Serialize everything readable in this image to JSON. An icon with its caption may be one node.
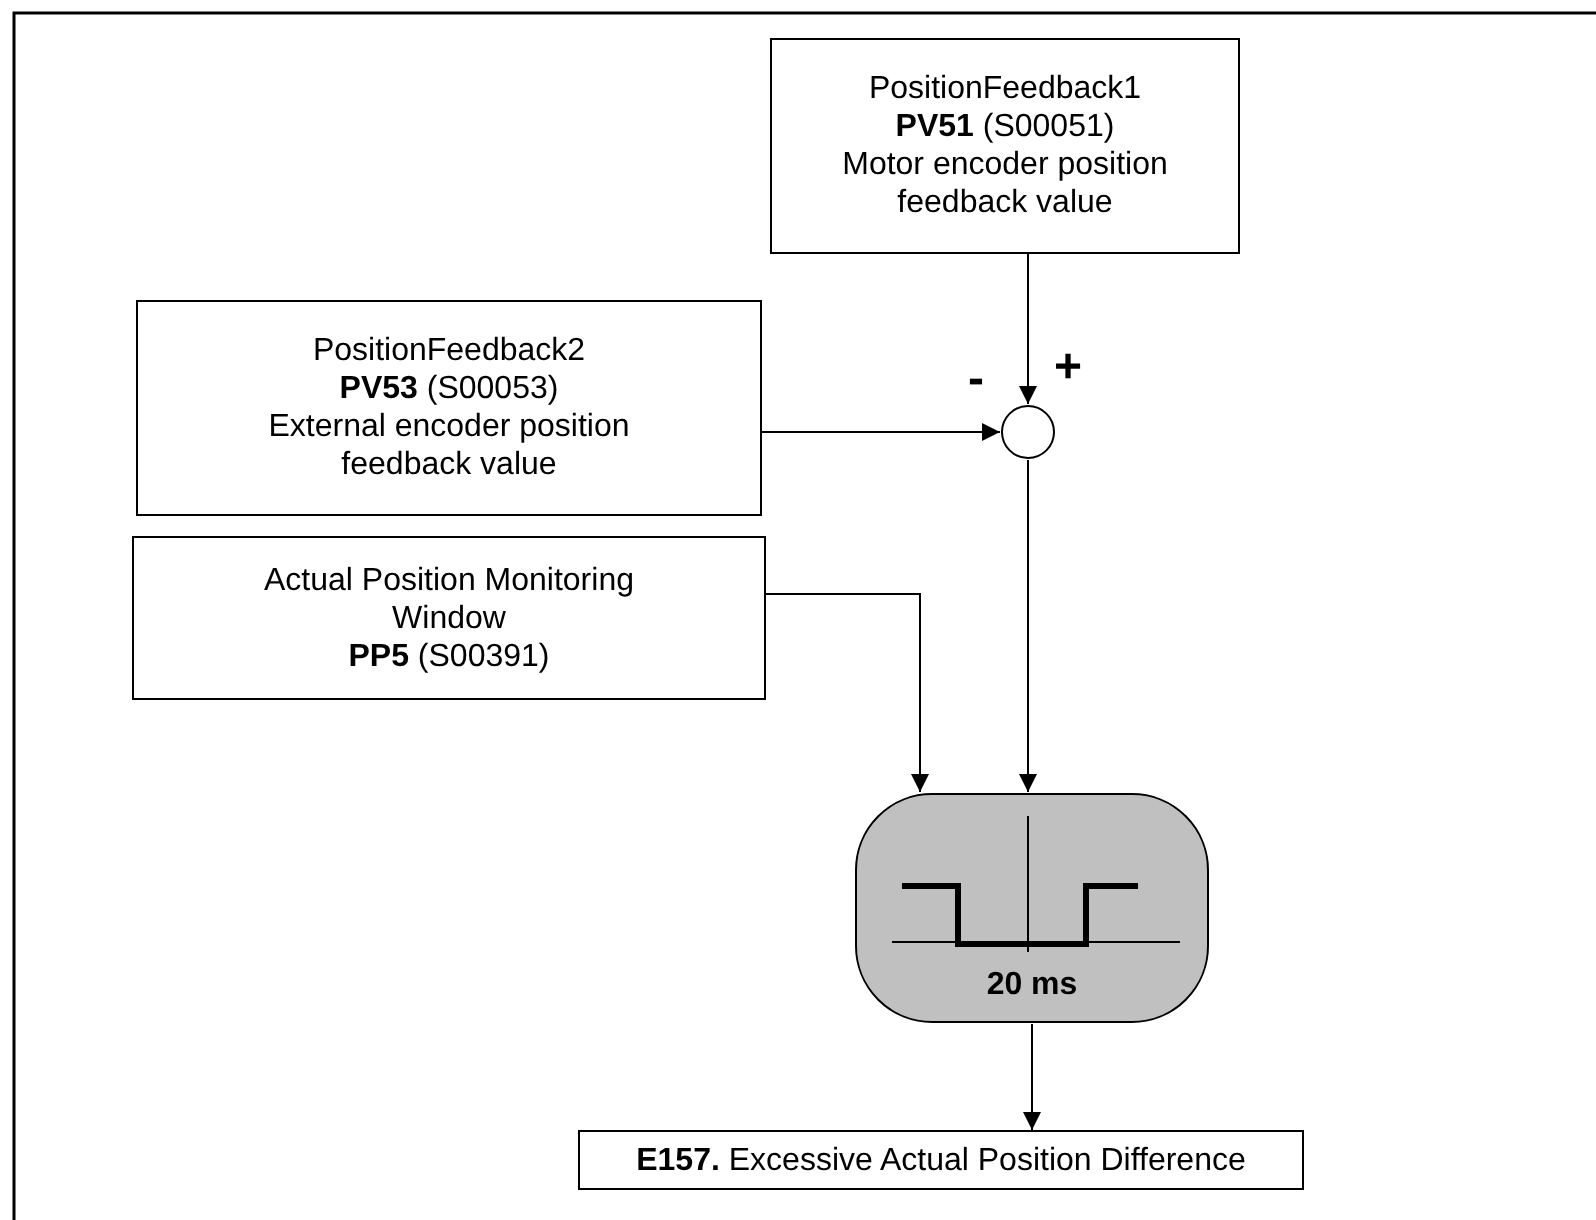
{
  "diagram": {
    "nodes": [
      {
        "text": [
          "PositionFeedback1",
          "**PV51** (S00051)",
          "Motor encoder position feedback value"
        ]
      },
      {
        "text": [
          "PositionFeedback2",
          "**PV53** (S00053)",
          "External encoder position feedback value"
        ]
      },
      {
        "text": [
          "Actual Position Monitoring Window",
          "**PP5** (S00391)"
        ]
      },
      {
        "text": [],
        "shape": "circle"
      },
      {
        "text": [
          "20 ms"
        ]
      },
      {
        "text": [
          "**E157.** Excessive Actual Position Difference"
        ]
      }
    ],
    "edges": [
      {
        "from": 0,
        "to": 3,
        "arrow": "to"
      },
      {
        "from": 1,
        "to": 3,
        "arrow": "to"
      },
      {
        "from": 2,
        "to": 4,
        "arrow": "to"
      },
      {
        "from": 3,
        "to": 4,
        "arrow": "to"
      },
      {
        "from": 4,
        "to": 5,
        "arrow": "to"
      }
    ],
    "labels": [
      "-",
      "+"
    ]
  }
}
